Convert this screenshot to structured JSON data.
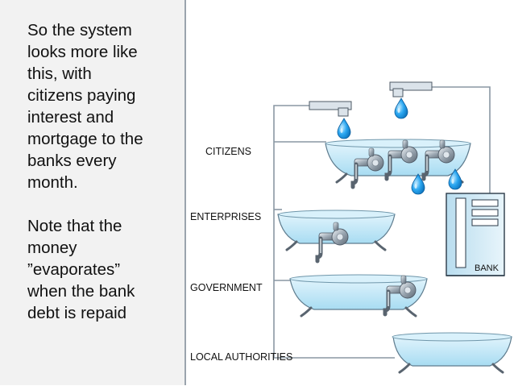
{
  "slide": {
    "text_lines": [
      "So the system",
      "looks more like",
      "this, with",
      "citizens paying",
      "interest and",
      "mortgage to the",
      "banks every",
      "month."
    ],
    "note_lines": [
      "Note that the",
      "money",
      "”evaporates”",
      "when the bank",
      "debt  is repaid"
    ]
  },
  "diagram": {
    "labels": {
      "citizens": "CITIZENS",
      "enterprises": "ENTERPRISES",
      "government": "GOVERNMENT",
      "local_authorities": "LOCAL AUTHORITIES",
      "bank": "BANK"
    },
    "colors": {
      "pipe": "#7f8e9b",
      "tub_water": "#bfe7f7",
      "tub_rim": "#8fc3dd",
      "drop": "#1a9bea",
      "panel_bg": "#f2f2f2"
    },
    "icons": [
      "bathtub-icon",
      "faucet-icon",
      "water-drop-icon",
      "bank-machine-icon",
      "tap-spout-icon"
    ]
  }
}
